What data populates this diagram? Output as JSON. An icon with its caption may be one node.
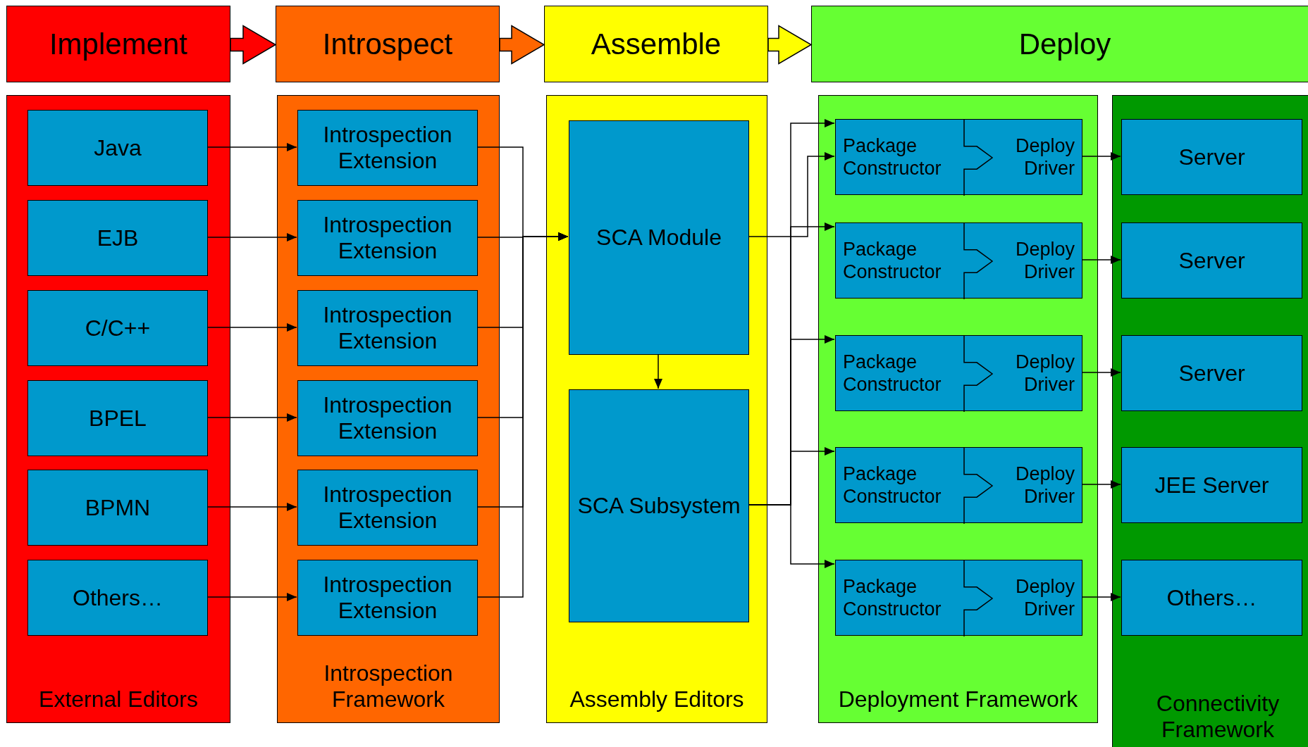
{
  "diagram": {
    "nodes": [
      {
        "text": [
          "Implement"
        ]
      },
      {
        "text": [
          "Introspect"
        ]
      },
      {
        "text": [
          "Assemble"
        ]
      },
      {
        "text": [
          "Deploy"
        ]
      },
      {
        "text": [
          "External Editors"
        ]
      },
      {
        "text": [
          "Java"
        ],
        "in": 4
      },
      {
        "text": [
          "EJB"
        ],
        "in": 4
      },
      {
        "text": [
          "C/C++"
        ],
        "in": 4
      },
      {
        "text": [
          "BPEL"
        ],
        "in": 4
      },
      {
        "text": [
          "BPMN"
        ],
        "in": 4
      },
      {
        "text": [
          "Others…"
        ],
        "in": 4
      },
      {
        "text": [
          "Introspection Framework"
        ]
      },
      {
        "text": [
          "Introspection Extension"
        ],
        "in": 11
      },
      {
        "text": [
          "Introspection Extension"
        ],
        "in": 11
      },
      {
        "text": [
          "Introspection Extension"
        ],
        "in": 11
      },
      {
        "text": [
          "Introspection Extension"
        ],
        "in": 11
      },
      {
        "text": [
          "Introspection Extension"
        ],
        "in": 11
      },
      {
        "text": [
          "Introspection Extension"
        ],
        "in": 11
      },
      {
        "text": [
          "Assembly Editors"
        ]
      },
      {
        "text": [
          "SCA Module"
        ],
        "in": 18
      },
      {
        "text": [
          "SCA Subsystem"
        ],
        "in": 18
      },
      {
        "text": [
          "Deployment Framework"
        ]
      },
      {
        "text": [
          "Package Constructor",
          "Deploy Driver"
        ],
        "in": 21
      },
      {
        "text": [
          "Package Constructor",
          "Deploy Driver"
        ],
        "in": 21
      },
      {
        "text": [
          "Package Constructor",
          "Deploy Driver"
        ],
        "in": 21
      },
      {
        "text": [
          "Package Constructor",
          "Deploy Driver"
        ],
        "in": 21
      },
      {
        "text": [
          "Package Constructor",
          "Deploy Driver"
        ],
        "in": 21
      },
      {
        "text": [
          "Connectivity Framework"
        ]
      },
      {
        "text": [
          "Server"
        ],
        "in": 27
      },
      {
        "text": [
          "Server"
        ],
        "in": 27
      },
      {
        "text": [
          "Server"
        ],
        "in": 27
      },
      {
        "text": [
          "JEE Server"
        ],
        "in": 27
      },
      {
        "text": [
          "Others…"
        ],
        "in": 27
      }
    ],
    "edges": [
      {
        "from": 0,
        "to": 1,
        "arrow": "to"
      },
      {
        "from": 1,
        "to": 2,
        "arrow": "to"
      },
      {
        "from": 2,
        "to": 3,
        "arrow": "to"
      },
      {
        "from": 5,
        "to": 12,
        "arrow": "to"
      },
      {
        "from": 6,
        "to": 13,
        "arrow": "to"
      },
      {
        "from": 7,
        "to": 14,
        "arrow": "to"
      },
      {
        "from": 8,
        "to": 15,
        "arrow": "to"
      },
      {
        "from": 9,
        "to": 16,
        "arrow": "to"
      },
      {
        "from": 10,
        "to": 17,
        "arrow": "to"
      },
      {
        "from": 12,
        "to": 19,
        "arrow": "to"
      },
      {
        "from": 13,
        "to": 19,
        "arrow": "to"
      },
      {
        "from": 14,
        "to": 19,
        "arrow": "to"
      },
      {
        "from": 15,
        "to": 19,
        "arrow": "to"
      },
      {
        "from": 16,
        "to": 19,
        "arrow": "to"
      },
      {
        "from": 17,
        "to": 19,
        "arrow": "to"
      },
      {
        "from": 19,
        "to": 20,
        "arrow": "to"
      },
      {
        "from": 19,
        "to": 22,
        "arrow": "to"
      },
      {
        "from": 20,
        "to": 22,
        "arrow": "to"
      },
      {
        "from": 20,
        "to": 23,
        "arrow": "to"
      },
      {
        "from": 20,
        "to": 24,
        "arrow": "to"
      },
      {
        "from": 20,
        "to": 25,
        "arrow": "to"
      },
      {
        "from": 20,
        "to": 26,
        "arrow": "to"
      },
      {
        "from": 22,
        "to": 28,
        "arrow": "to"
      },
      {
        "from": 23,
        "to": 29,
        "arrow": "to"
      },
      {
        "from": 24,
        "to": 30,
        "arrow": "to"
      },
      {
        "from": 25,
        "to": 31,
        "arrow": "to"
      },
      {
        "from": 26,
        "to": 32,
        "arrow": "to"
      }
    ]
  }
}
